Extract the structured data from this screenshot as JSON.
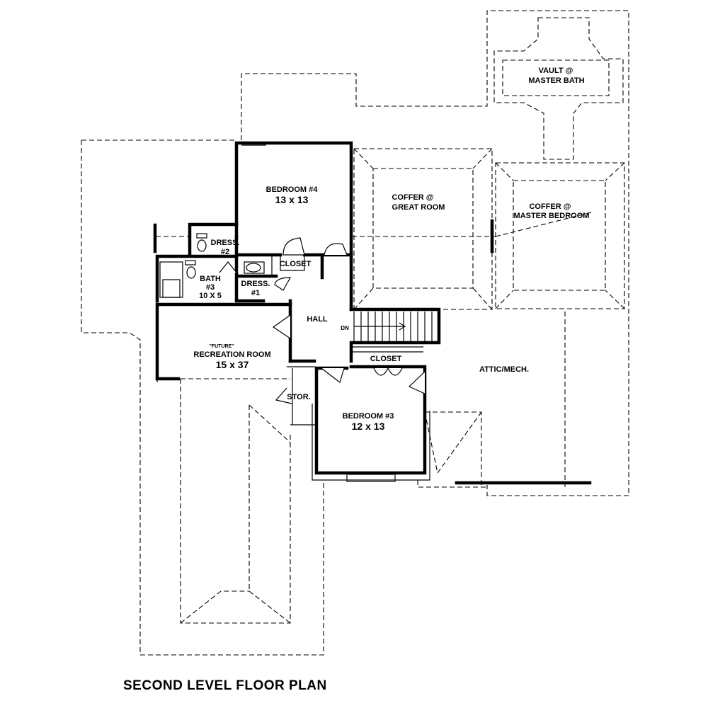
{
  "title": "SECOND LEVEL FLOOR PLAN",
  "rooms": {
    "bedroom4": {
      "name": "BEDROOM #4",
      "size": "13 x 13"
    },
    "bedroom3": {
      "name": "BEDROOM #3",
      "size": "12 x 13"
    },
    "recreation": {
      "prefix": "\"FUTURE\"",
      "name": "RECREATION ROOM",
      "size": "15 x 37"
    },
    "bath3": {
      "name": "BATH",
      "number": "#3",
      "size": "10 X 5"
    },
    "dress2": {
      "name": "DRESS.",
      "number": "#2"
    },
    "dress1": {
      "name": "DRESS.",
      "number": "#1"
    },
    "closet_upper": "CLOSET",
    "closet_lower": "CLOSET",
    "hall": "HALL",
    "stor": "STOR.",
    "attic": "ATTIC/MECH.",
    "stair_dir": "DN"
  },
  "features": {
    "coffer_great": [
      "COFFER @",
      "GREAT ROOM"
    ],
    "coffer_master": [
      "COFFER @",
      "MASTER BEDROOM"
    ],
    "vault_bath": [
      "VAULT @",
      "MASTER BATH"
    ]
  }
}
